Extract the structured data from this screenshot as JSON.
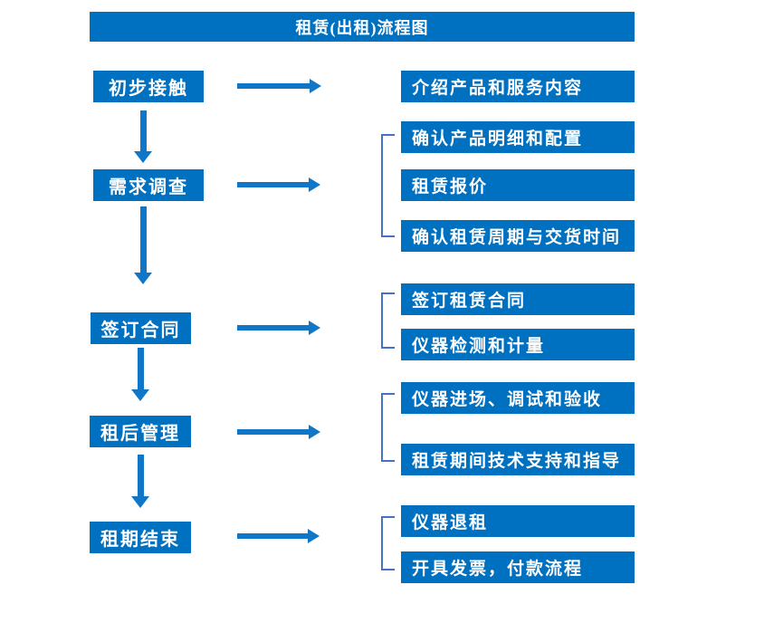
{
  "title": "租赁(出租)流程图",
  "colors": {
    "box_blue": "#0070C0",
    "arrow_blue": "#0F76C8",
    "bracket_blue": "#4472C4",
    "text_white": "#FFFFFF",
    "background": "#FFFFFF"
  },
  "stages": [
    {
      "label": "初步接触",
      "outputs": [
        "介绍产品和服务内容"
      ]
    },
    {
      "label": "需求调查",
      "outputs": [
        "确认产品明细和配置",
        "租赁报价",
        "确认租赁周期与交货时间"
      ]
    },
    {
      "label": "签订合同",
      "outputs": [
        "签订租赁合同",
        "仪器检测和计量"
      ]
    },
    {
      "label": "租后管理",
      "outputs": [
        "仪器进场、调试和验收",
        "租赁期间技术支持和指导"
      ]
    },
    {
      "label": "租期结束",
      "outputs": [
        "仪器退租",
        "开具发票，付款流程"
      ]
    }
  ]
}
